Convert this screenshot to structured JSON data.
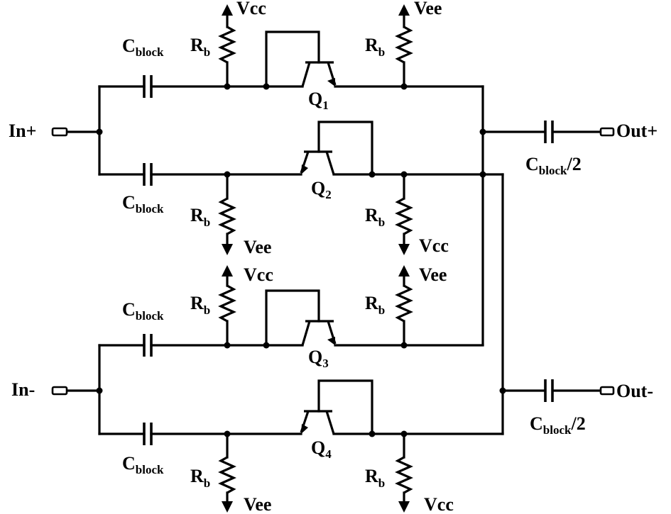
{
  "ports": {
    "in_plus": "In+",
    "in_minus": "In-",
    "out_plus": "Out+",
    "out_minus": "Out-"
  },
  "supply": {
    "vcc": "Vcc",
    "vee": "Vee"
  },
  "resistor": {
    "letter": "R",
    "sub": "b"
  },
  "capacitor": {
    "letter": "C",
    "sub": "block",
    "half_suffix": "/2"
  },
  "transistors": [
    {
      "letter": "Q",
      "sub": "1"
    },
    {
      "letter": "Q",
      "sub": "2"
    },
    {
      "letter": "Q",
      "sub": "3"
    },
    {
      "letter": "Q",
      "sub": "4"
    }
  ]
}
